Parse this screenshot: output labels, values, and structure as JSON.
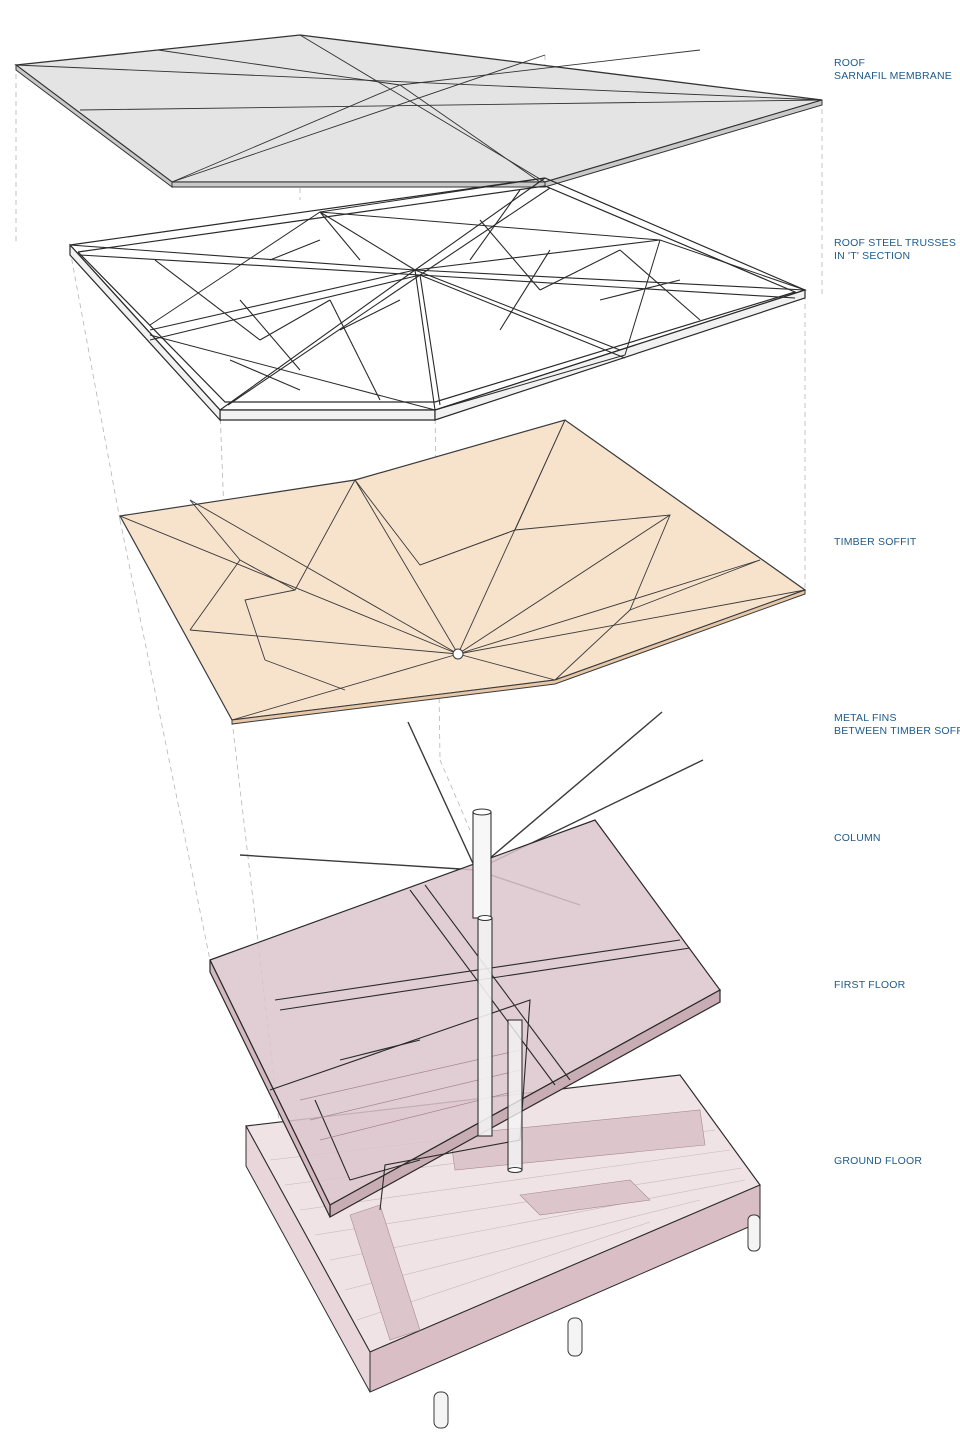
{
  "colors": {
    "label": "#1f5a8a",
    "roof_fill": "#e4e4e4",
    "soffit_fill": "#f7e2cc",
    "floor_fill": "#dcc6cc",
    "ground_fill": "#efe3e6",
    "line": "#2a2a2a",
    "guide": "#aaaaaa"
  },
  "labels": {
    "roof": [
      "ROOF",
      "SARNAFIL MEMBRANE"
    ],
    "trusses": [
      "ROOF STEEL TRUSSES",
      "IN 'T' SECTION"
    ],
    "soffit": [
      "TIMBER SOFFIT"
    ],
    "fins": [
      "METAL FINS",
      "BETWEEN TIMBER SOFFIT"
    ],
    "column": [
      "COLUMN"
    ],
    "first_floor": [
      "FIRST FLOOR"
    ],
    "ground_floor": [
      "GROUND FLOOR"
    ]
  }
}
